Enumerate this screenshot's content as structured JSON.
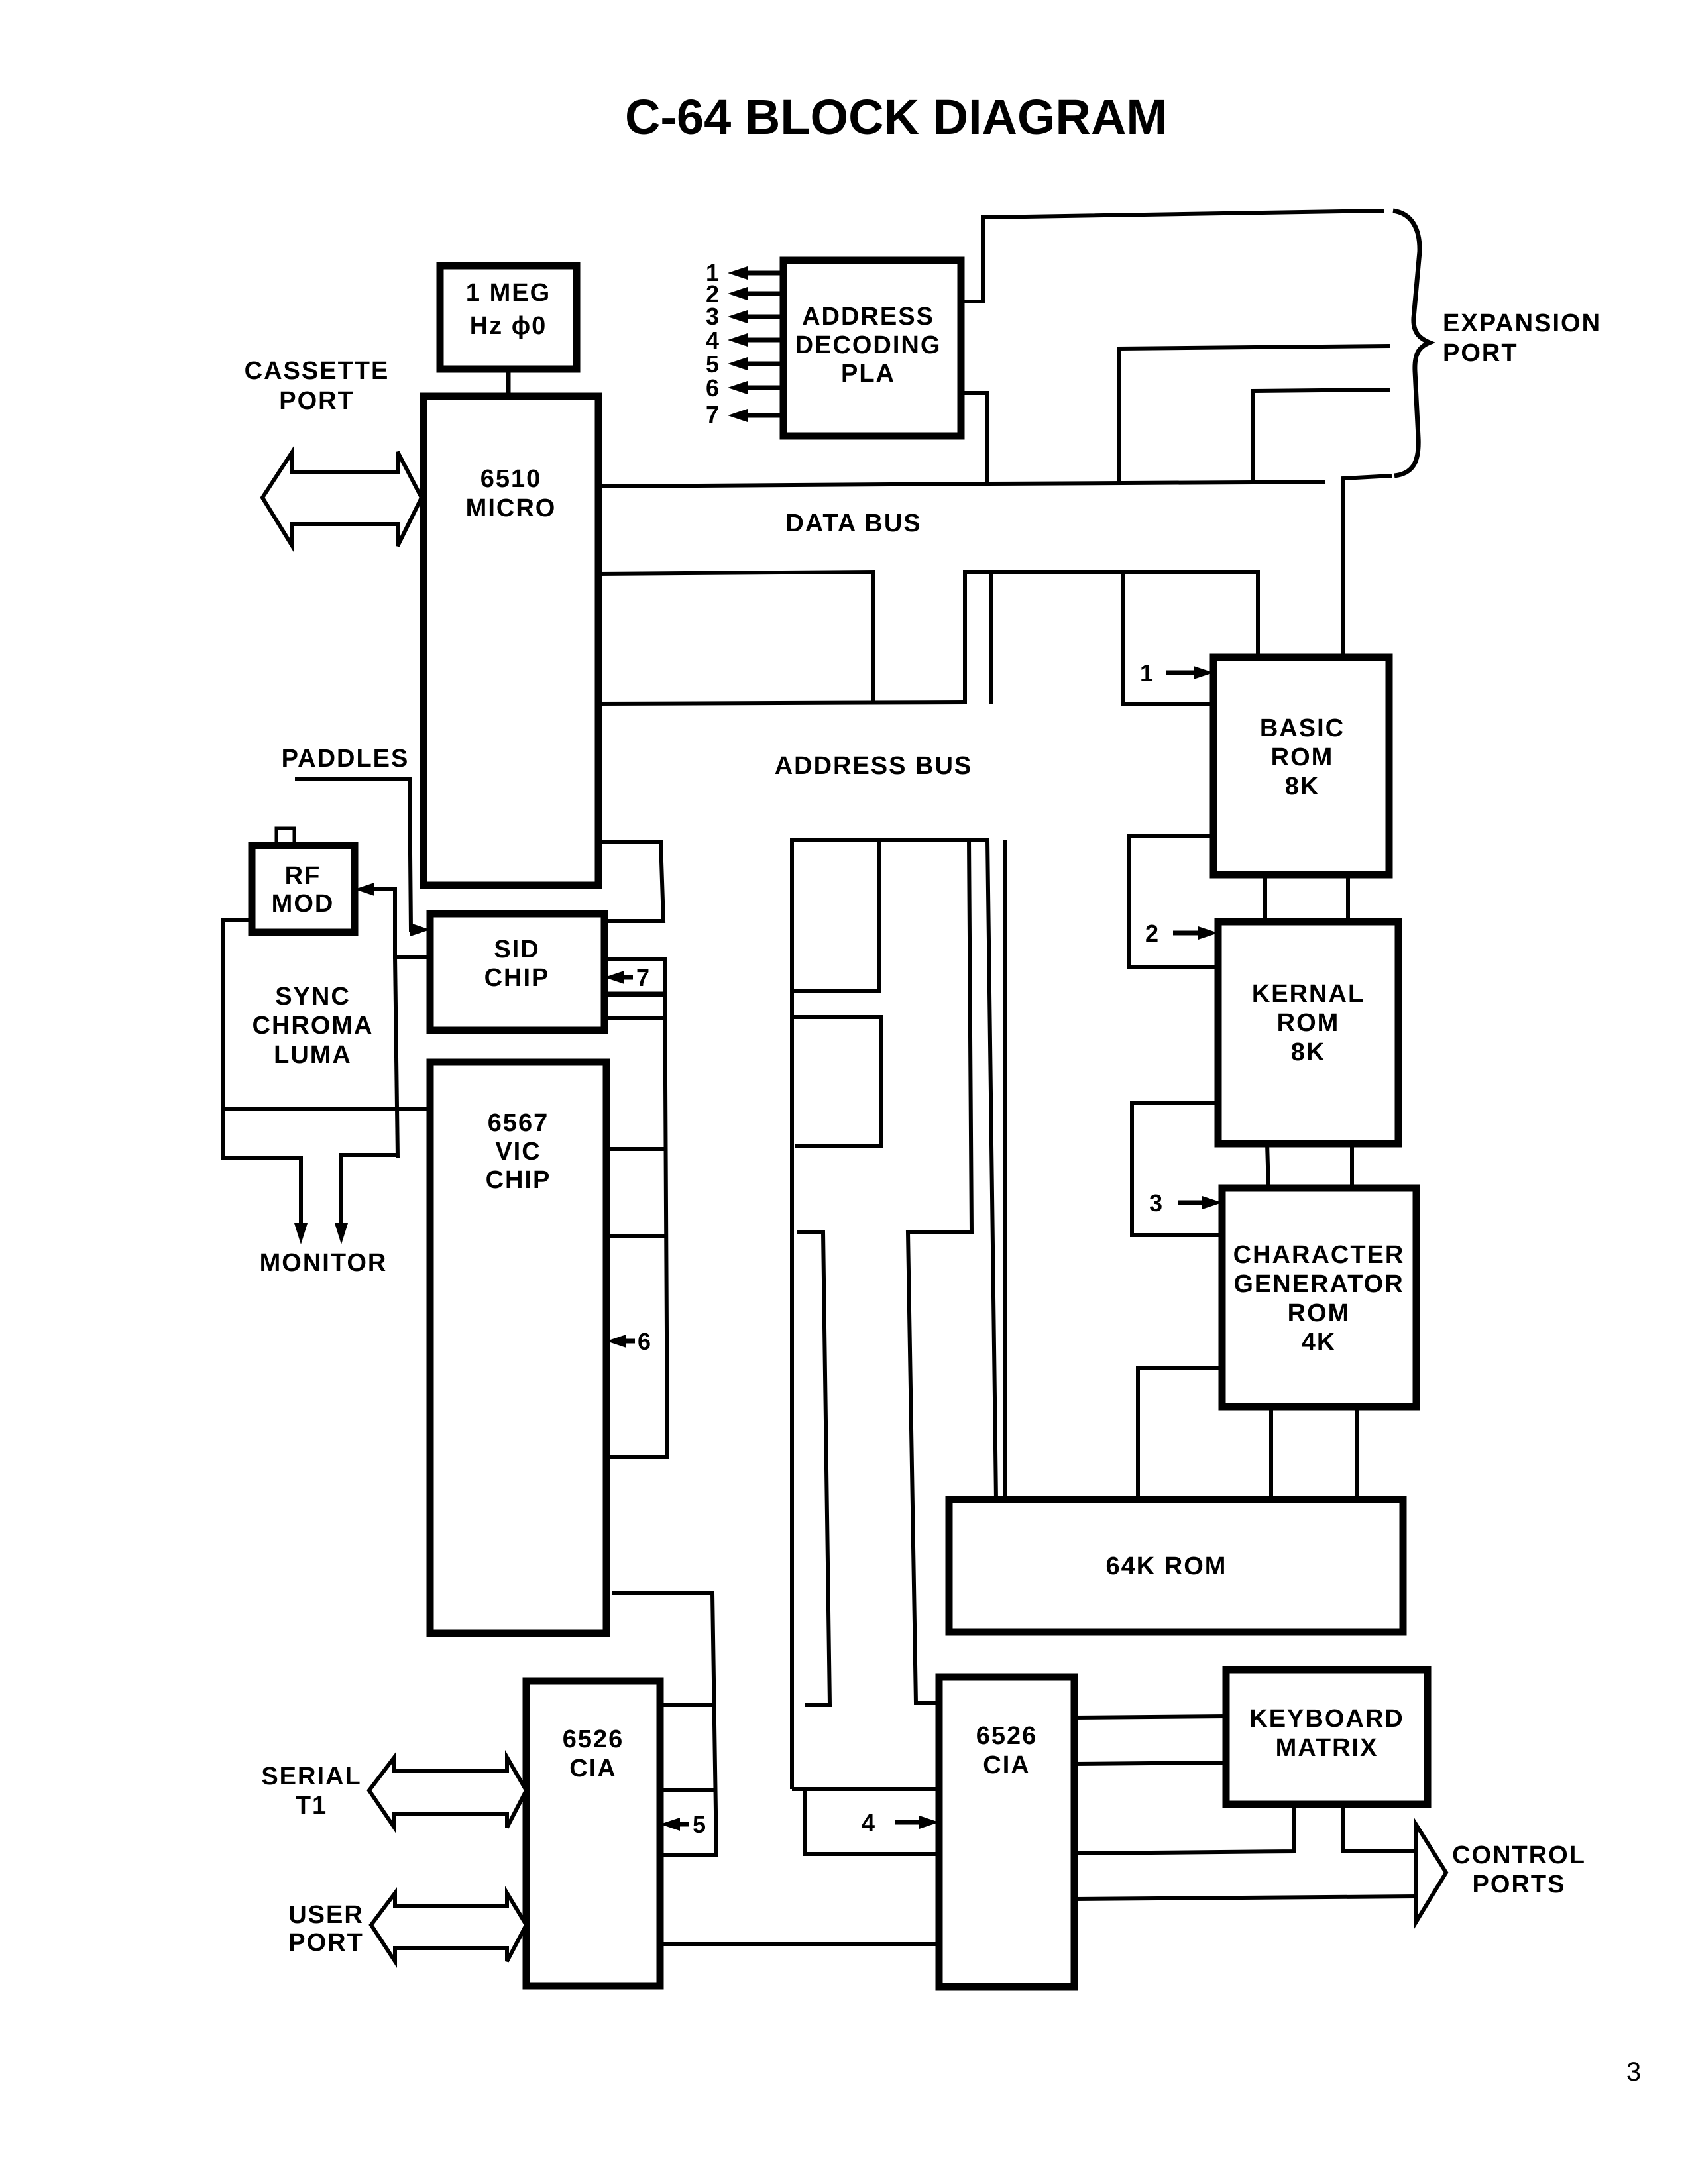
{
  "title": "C-64 BLOCK DIAGRAM",
  "page_number": "3",
  "bus_labels": {
    "data_bus": "DATA BUS",
    "address_bus": "ADDRESS BUS"
  },
  "blocks": {
    "clock": [
      "1 MEG",
      "Hz ϕ0"
    ],
    "cpu": [
      "6510",
      "MICRO"
    ],
    "pla": [
      "ADDRESS",
      "DECODING",
      "PLA"
    ],
    "basic_rom": [
      "BASIC",
      "ROM",
      "8K"
    ],
    "kernal_rom": [
      "KERNAL",
      "ROM",
      "8K"
    ],
    "char_rom": [
      "CHARACTER",
      "GENERATOR",
      "ROM",
      "4K"
    ],
    "ram": [
      "64K ROM"
    ],
    "rf_mod": [
      "RF",
      "MOD"
    ],
    "sid": [
      "SID",
      "CHIP"
    ],
    "vic": [
      "6567",
      "VIC",
      "CHIP"
    ],
    "cia1": [
      "6526",
      "CIA"
    ],
    "cia2": [
      "6526",
      "CIA"
    ],
    "keyboard": [
      "KEYBOARD",
      "MATRIX"
    ]
  },
  "external_labels": {
    "cassette_port": [
      "CASSETTE",
      "PORT"
    ],
    "expansion_port": [
      "EXPANSION",
      "PORT"
    ],
    "paddles": "PADDLES",
    "video_signals": [
      "SYNC",
      "CHROMA",
      "LUMA"
    ],
    "monitor": "MONITOR",
    "serial": [
      "SERIAL",
      "T1"
    ],
    "user_port": [
      "USER",
      "PORT"
    ],
    "control_ports": [
      "CONTROL",
      "PORTS"
    ]
  },
  "pla_outputs": [
    "1",
    "2",
    "3",
    "4",
    "5",
    "6",
    "7"
  ],
  "chip_select_refs": {
    "basic_rom": "1",
    "kernal_rom": "2",
    "char_rom": "3",
    "cia2": "4",
    "cia1": "5",
    "vic": "6",
    "sid": "7"
  }
}
